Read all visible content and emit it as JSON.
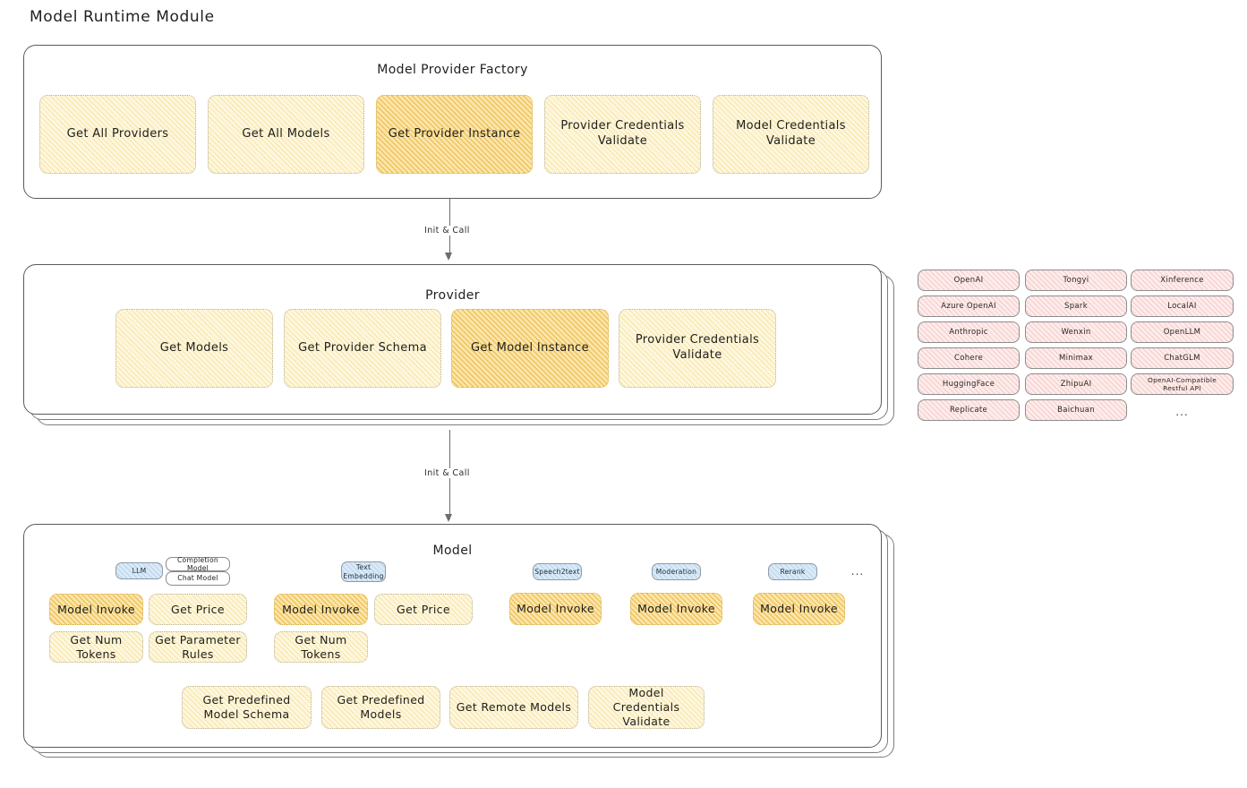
{
  "title": "Model Runtime Module",
  "sections": {
    "factory": {
      "title": "Model Provider Factory",
      "nodes": [
        {
          "label": "Get All Providers",
          "highlighted": false
        },
        {
          "label": "Get All Models",
          "highlighted": false
        },
        {
          "label": "Get Provider Instance",
          "highlighted": true
        },
        {
          "label": "Provider Credentials Validate",
          "highlighted": false
        },
        {
          "label": "Model Credentials Validate",
          "highlighted": false
        }
      ]
    },
    "provider": {
      "title": "Provider",
      "nodes": [
        {
          "label": "Get Models",
          "highlighted": false
        },
        {
          "label": "Get Provider Schema",
          "highlighted": false
        },
        {
          "label": "Get Model Instance",
          "highlighted": true
        },
        {
          "label": "Provider Credentials Validate",
          "highlighted": false
        }
      ]
    },
    "model": {
      "title": "Model",
      "groups": [
        {
          "badges": [
            {
              "label": "LLM",
              "style": "accent"
            },
            {
              "label": "Completion Model",
              "style": "plain"
            },
            {
              "label": "Chat Model",
              "style": "plain"
            }
          ],
          "nodes": [
            {
              "label": "Model Invoke",
              "highlighted": true
            },
            {
              "label": "Get Price",
              "highlighted": false
            },
            {
              "label": "Get Num Tokens",
              "highlighted": false
            },
            {
              "label": "Get Parameter Rules",
              "highlighted": false
            }
          ]
        },
        {
          "badges": [
            {
              "label": "Text Embedding",
              "style": "accent"
            }
          ],
          "nodes": [
            {
              "label": "Model Invoke",
              "highlighted": true
            },
            {
              "label": "Get Price",
              "highlighted": false
            },
            {
              "label": "Get Num Tokens",
              "highlighted": false
            }
          ]
        },
        {
          "badges": [
            {
              "label": "Speech2text",
              "style": "accent"
            }
          ],
          "nodes": [
            {
              "label": "Model Invoke",
              "highlighted": true
            }
          ]
        },
        {
          "badges": [
            {
              "label": "Moderation",
              "style": "accent"
            }
          ],
          "nodes": [
            {
              "label": "Model Invoke",
              "highlighted": true
            }
          ]
        },
        {
          "badges": [
            {
              "label": "Rerank",
              "style": "accent"
            }
          ],
          "nodes": [
            {
              "label": "Model Invoke",
              "highlighted": true
            }
          ]
        }
      ],
      "more_mark": "...",
      "common_nodes": [
        {
          "label": "Get Predefined Model Schema"
        },
        {
          "label": "Get Predefined Models"
        },
        {
          "label": "Get Remote Models"
        },
        {
          "label": "Model Credentials Validate"
        }
      ]
    }
  },
  "arrows": [
    {
      "label": "Init & Call"
    },
    {
      "label": "Init & Call"
    }
  ],
  "provider_list": {
    "columns": [
      {
        "items": [
          "OpenAI",
          "Azure OpenAI",
          "Anthropic",
          "Cohere",
          "HuggingFace",
          "Replicate"
        ]
      },
      {
        "items": [
          "Tongyi",
          "Spark",
          "Wenxin",
          "Minimax",
          "ZhipuAI",
          "Baichuan"
        ]
      },
      {
        "items": [
          "Xinference",
          "LocalAI",
          "OpenLLM",
          "ChatGLM",
          "OpenAI-Compatible Restful API"
        ]
      }
    ],
    "more_mark": "..."
  },
  "colors": {
    "node_fill": "#fdf7e0",
    "node_fill_highlight": "#fbe6ab",
    "pill_fill": "#fdeceb",
    "badge_fill": "#dbeaf7",
    "panel_border": "#5a5a5a",
    "text": "#22201c"
  }
}
